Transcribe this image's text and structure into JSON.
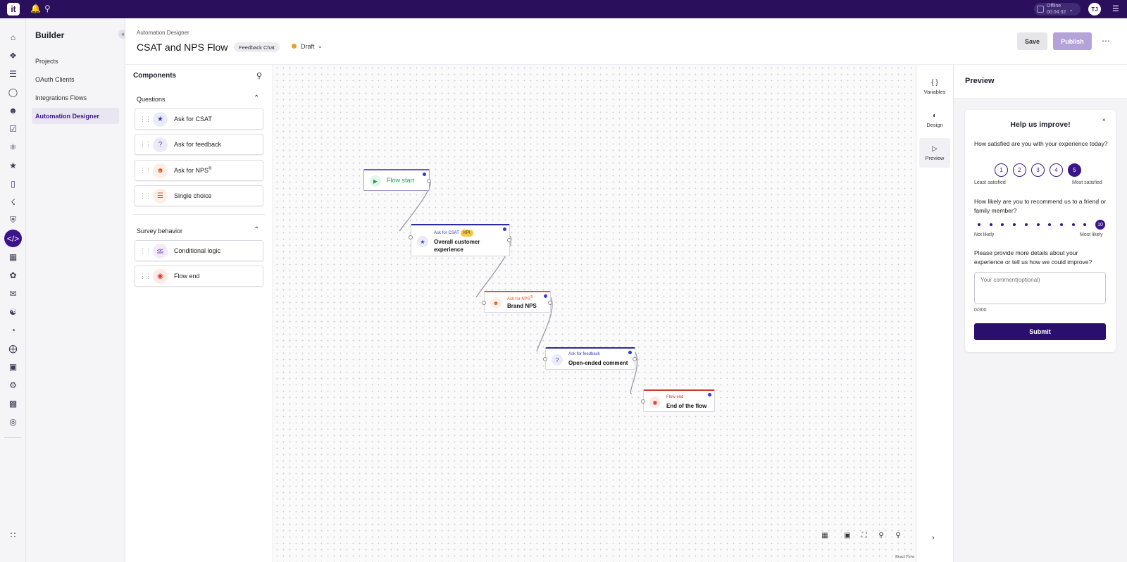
{
  "topbar": {
    "logo": "it",
    "status_label": "Offline",
    "timer": "00:04:32",
    "user_initials": "TJ"
  },
  "builder": {
    "title": "Builder",
    "nav": [
      "Projects",
      "OAuth Clients",
      "Integrations Flows",
      "Automation Designer"
    ]
  },
  "header": {
    "breadcrumb": "Automation Designer",
    "title": "CSAT and NPS Flow",
    "tag": "Feedback Chat",
    "status": "Draft",
    "save_label": "Save",
    "publish_label": "Publish"
  },
  "components": {
    "title": "Components",
    "questions_label": "Questions",
    "questions": [
      "Ask for CSAT",
      "Ask for feedback",
      "Ask for NPS",
      "Single choice"
    ],
    "nps_superscript": "®",
    "survey_label": "Survey behavior",
    "survey_items": [
      "Conditional logic",
      "Flow end"
    ]
  },
  "flow": {
    "start": "Flow start",
    "csat_type": "Ask for CSAT",
    "csat_kpi": "KPI",
    "csat_title": "Overall customer experience",
    "nps_type": "Ask for NPS",
    "nps_sup": "®",
    "nps_title": "Brand NPS",
    "feedback_type": "Ask for feedback",
    "feedback_title": "Open-ended comment",
    "end_type": "Flow end",
    "end_title": "End of the flow",
    "attribution": "React Flow"
  },
  "vtabs": [
    "Variables",
    "Design",
    "Preview"
  ],
  "preview": {
    "title": "Preview",
    "card_title": "Help us improve!",
    "q1": "How satisfied are you with your experience today?",
    "scale": [
      "1",
      "2",
      "3",
      "4",
      "5"
    ],
    "selected_csat": 5,
    "q1_min": "Least satisfied",
    "q1_max": "Most satisfied",
    "q2": "How likely are you to recommend us to a friend or family member?",
    "selected_nps": "10",
    "q2_min": "Not likely",
    "q2_max": "Most likely",
    "q3": "Please provide more details about your experience or tell us how we could improve?",
    "comment_placeholder": "Your comment(optional)",
    "char_count": "0/300",
    "submit_label": "Submit"
  },
  "colors": {
    "brand": "#2a0f5c",
    "accent": "#3a148a",
    "draft": "#e8a320",
    "csat": "#3a3ac8",
    "nps": "#e05a20",
    "feedback": "#3a3ac8",
    "end": "#d23a2a"
  }
}
